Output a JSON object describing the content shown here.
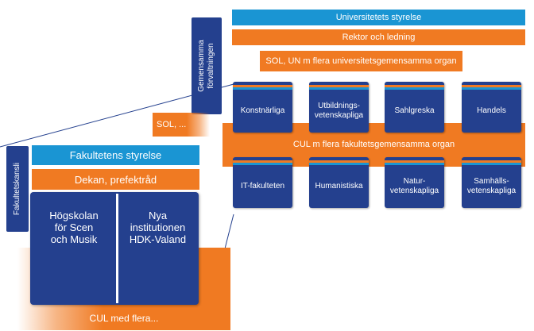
{
  "central": {
    "admin_label": "Gemensamma förvaltningen",
    "board": "Universitetets styrelse",
    "leadership": "Rektor och ledning",
    "shared_bodies": "SOL, UN m flera universitetsgemensamma organ"
  },
  "faculties_row1": [
    "Konstnärliga",
    "Utbildnings-\nvetenskapliga",
    "Sahlgreska",
    "Handels"
  ],
  "faculties_row2": [
    "IT-fakulteten",
    "Humanistiska",
    "Natur-\nvetenskapliga",
    "Samhälls-\nvetenskapliga"
  ],
  "faculty_bodies": "CUL m flera fakultetsgemensamma organ",
  "sol_label": "SOL, ...",
  "faculty_detail": {
    "office_label": "Fakultetskansli",
    "board": "Fakultetens styrelse",
    "dean": "Dekan, prefektråd",
    "departments": [
      "Högskolan\nför Scen\noch Musik",
      "Nya\ninstitutionen\nHDK-Valand"
    ],
    "cul": "CUL  med flera..."
  },
  "colors": {
    "navy": "#24408e",
    "light_blue": "#1a95d3",
    "orange": "#f07a22"
  }
}
